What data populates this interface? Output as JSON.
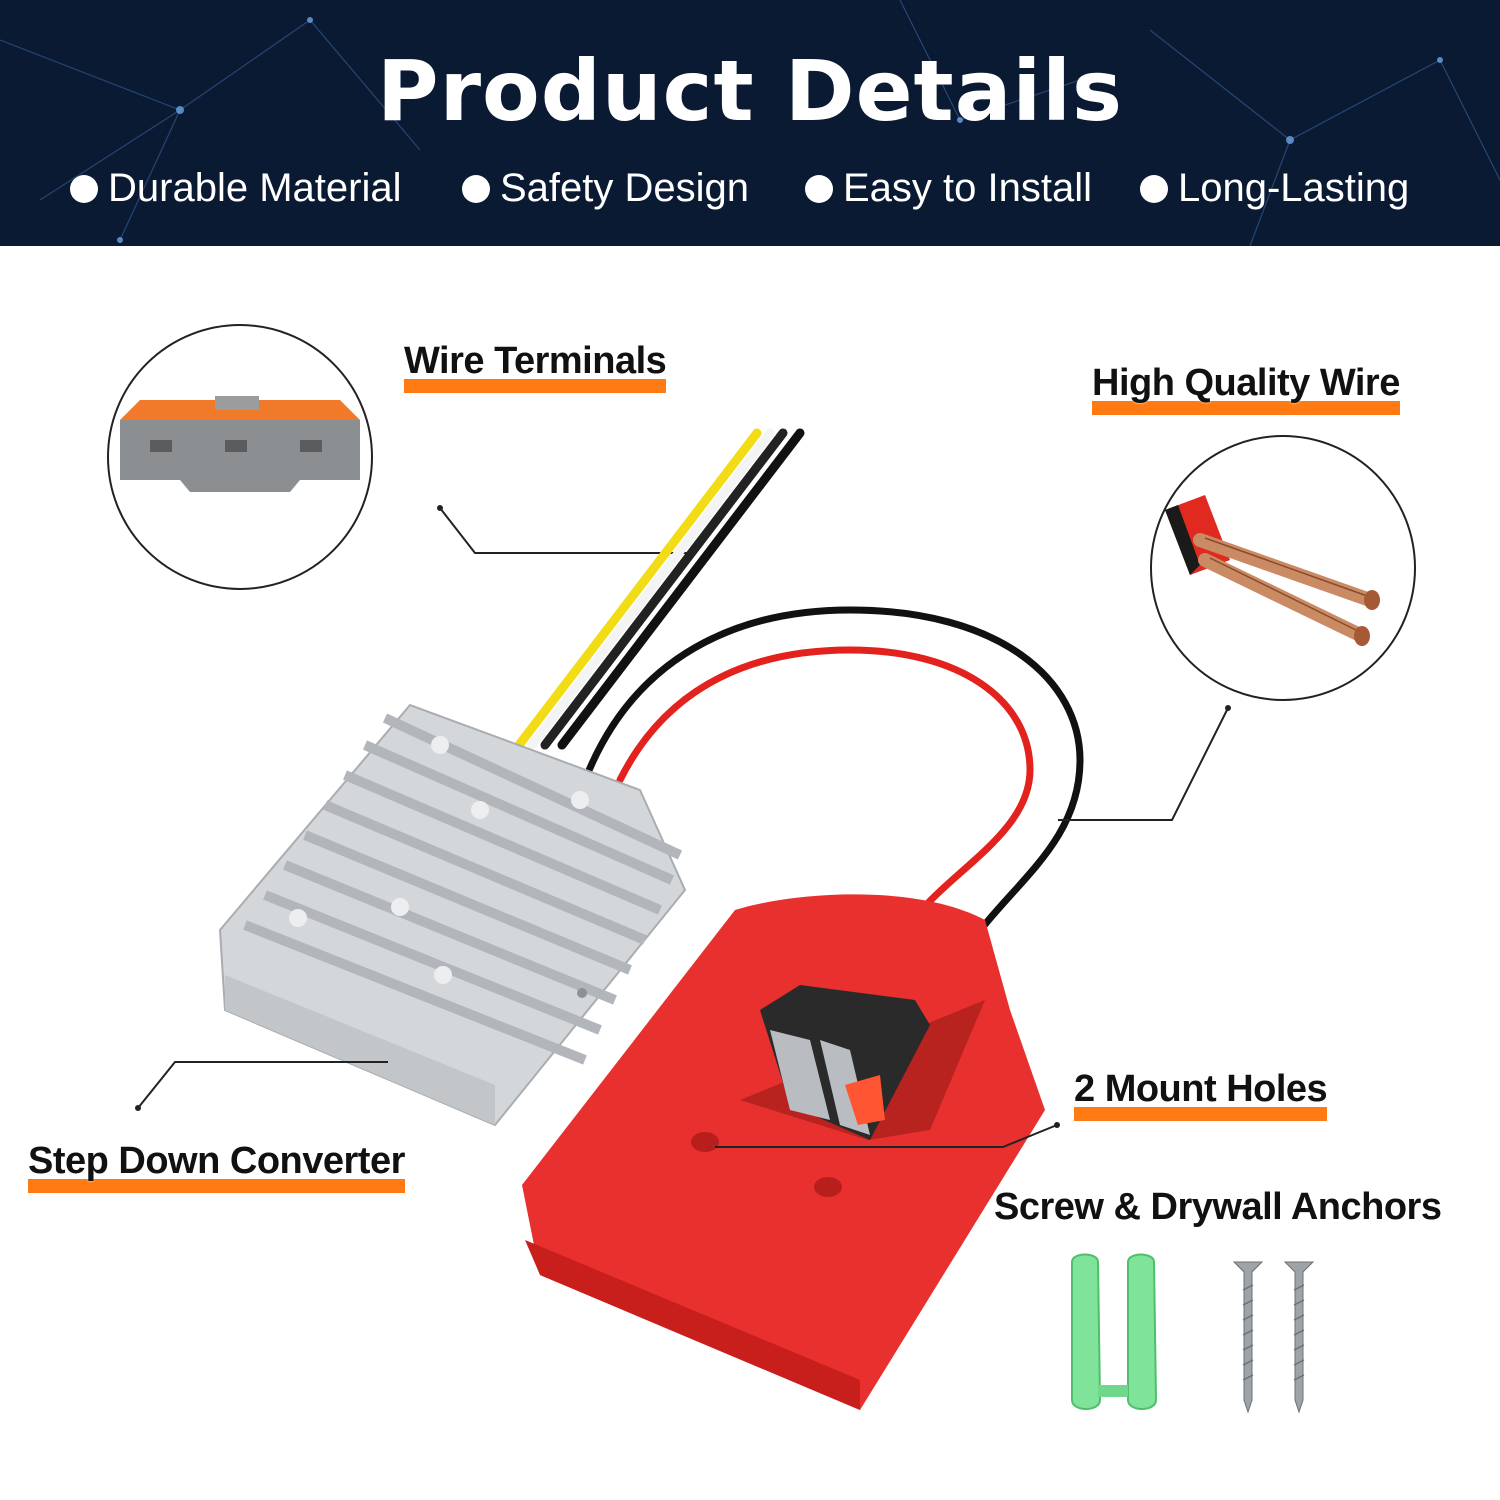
{
  "header": {
    "title": "Product Details",
    "features": [
      "Durable Material",
      "Safety Design",
      "Easy to Install",
      "Long-Lasting"
    ]
  },
  "callouts": {
    "wire_terminals": "Wire Terminals",
    "high_quality_wire": "High Quality Wire",
    "step_down_converter": "Step Down Converter",
    "mount_holes": "2 Mount Holes",
    "anchors": "Screw & Drywall Anchors"
  },
  "colors": {
    "header_bg": "#0b1a33",
    "accent_orange": "#ff7a12",
    "mount_red": "#e8302e",
    "converter_silver": "#d9dcdf",
    "anchor_green": "#7fe39a"
  }
}
